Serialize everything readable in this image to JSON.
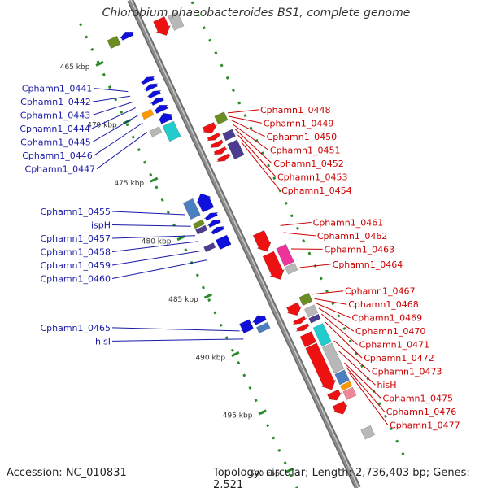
{
  "title": "Chlorobium phaeobacteroides BS1, complete genome",
  "footer": {
    "accession": "Accession: NC_010831",
    "summary": "Topology: circular; Length: 2,736,403 bp; Genes: 2,521"
  },
  "colors": {
    "backbone": "#8c8c8c",
    "tick": "#2a8a2a",
    "left_label": "#1a1aa6",
    "right_label": "#cc0000",
    "strand_minus": "#1010dd",
    "strand_plus": "#ee1111",
    "rna": "#ee3399",
    "pseudo": "#b8b8b8",
    "olive": "#6b8e23",
    "cyan": "#22cccc",
    "orange": "#ff9900",
    "purple": "#4b3d8f",
    "steel": "#4a7fc0",
    "pink": "#ee8899"
  },
  "ticks": [
    {
      "kbp": 465,
      "label": "465 kbp"
    },
    {
      "kbp": 470,
      "label": "470 kbp"
    },
    {
      "kbp": 475,
      "label": "475 kbp"
    },
    {
      "kbp": 480,
      "label": "480 kbp"
    },
    {
      "kbp": 485,
      "label": "485 kbp"
    },
    {
      "kbp": 490,
      "label": "490 kbp"
    },
    {
      "kbp": 495,
      "label": "495 kbp"
    },
    {
      "kbp": 500,
      "label": "500 kbp"
    }
  ],
  "left_genes": [
    {
      "label": "Cphamn1_0441",
      "pos": 467.9
    },
    {
      "label": "Cphamn1_0442",
      "pos": 468.3
    },
    {
      "label": "Cphamn1_0443",
      "pos": 468.8
    },
    {
      "label": "Cphamn1_0444",
      "pos": 469.3
    },
    {
      "label": "Cphamn1_0445",
      "pos": 469.9
    },
    {
      "label": "Cphamn1_0446",
      "pos": 470.6
    },
    {
      "label": "Cphamn1_0447",
      "pos": 471.4
    },
    {
      "label": "Cphamn1_0455",
      "pos": 478.5
    },
    {
      "label": "ispH",
      "pos": 479.5
    },
    {
      "label": "Cphamn1_0457",
      "pos": 480.3
    },
    {
      "label": "Cphamn1_0458",
      "pos": 480.8
    },
    {
      "label": "Cphamn1_0459",
      "pos": 481.6
    },
    {
      "label": "Cphamn1_0460",
      "pos": 482.4
    },
    {
      "label": "Cphamn1_0465",
      "pos": 488.5
    },
    {
      "label": "hisI",
      "pos": 489.2
    }
  ],
  "right_genes": [
    {
      "label": "Cphamn1_0448",
      "pos": 472.7
    },
    {
      "label": "Cphamn1_0449",
      "pos": 473.0
    },
    {
      "label": "Cphamn1_0450",
      "pos": 473.3
    },
    {
      "label": "Cphamn1_0451",
      "pos": 473.7
    },
    {
      "label": "Cphamn1_0452",
      "pos": 474.1
    },
    {
      "label": "Cphamn1_0453",
      "pos": 474.6
    },
    {
      "label": "Cphamn1_0454",
      "pos": 475.2
    },
    {
      "label": "Cphamn1_0461",
      "pos": 482.4
    },
    {
      "label": "Cphamn1_0462",
      "pos": 483.0
    },
    {
      "label": "Cphamn1_0463",
      "pos": 484.4
    },
    {
      "label": "Cphamn1_0464",
      "pos": 486.0
    },
    {
      "label": "Cphamn1_0467",
      "pos": 488.3
    },
    {
      "label": "Cphamn1_0468",
      "pos": 488.7
    },
    {
      "label": "Cphamn1_0469",
      "pos": 489.1
    },
    {
      "label": "Cphamn1_0470",
      "pos": 489.5
    },
    {
      "label": "Cphamn1_0471",
      "pos": 490.0
    },
    {
      "label": "Cphamn1_0472",
      "pos": 490.7
    },
    {
      "label": "Cphamn1_0473",
      "pos": 492.3
    },
    {
      "label": "hisH",
      "pos": 493.2
    },
    {
      "label": "Cphamn1_0475",
      "pos": 494.2
    },
    {
      "label": "Cphamn1_0476",
      "pos": 494.6
    },
    {
      "label": "Cphamn1_0477",
      "pos": 495.0
    }
  ],
  "features": [
    {
      "kind": "block",
      "lane": -2,
      "from": 463.6,
      "to": 464.3,
      "color": "olive"
    },
    {
      "kind": "arrow",
      "lane": -1,
      "from": 463.6,
      "to": 464.1,
      "color": "strand_minus",
      "dir": "up"
    },
    {
      "kind": "block",
      "lane": -2,
      "from": 469.9,
      "to": 470.4,
      "color": "orange"
    },
    {
      "kind": "block",
      "lane": -2,
      "from": 471.4,
      "to": 471.9,
      "color": "pseudo"
    },
    {
      "kind": "block",
      "lane": -1,
      "from": 471.5,
      "to": 472.8,
      "color": "cyan"
    },
    {
      "kind": "arrow",
      "lane": -1,
      "from": 467.5,
      "to": 467.9,
      "color": "strand_minus",
      "dir": "up"
    },
    {
      "kind": "arrow",
      "lane": -1,
      "from": 468.1,
      "to": 468.5,
      "color": "strand_minus",
      "dir": "up"
    },
    {
      "kind": "arrow",
      "lane": -1,
      "from": 468.7,
      "to": 469.1,
      "color": "strand_minus",
      "dir": "up"
    },
    {
      "kind": "arrow",
      "lane": -1,
      "from": 469.3,
      "to": 469.7,
      "color": "strand_minus",
      "dir": "up"
    },
    {
      "kind": "arrow",
      "lane": -1,
      "from": 469.9,
      "to": 470.4,
      "color": "strand_minus",
      "dir": "up"
    },
    {
      "kind": "arrow",
      "lane": -1,
      "from": 470.6,
      "to": 471.3,
      "color": "strand_minus",
      "dir": "up"
    },
    {
      "kind": "arrow",
      "lane": 1,
      "from": 463.8,
      "to": 465.2,
      "color": "strand_plus",
      "dir": "down"
    },
    {
      "kind": "block",
      "lane": 2,
      "from": 463.9,
      "to": 465.1,
      "color": "pseudo"
    },
    {
      "kind": "block",
      "lane": 2,
      "from": 472.5,
      "to": 473.2,
      "color": "olive"
    },
    {
      "kind": "block",
      "lane": 2,
      "from": 474.0,
      "to": 474.6,
      "color": "purple"
    },
    {
      "kind": "block",
      "lane": 2,
      "from": 474.9,
      "to": 476.2,
      "color": "purple"
    },
    {
      "kind": "arrow",
      "lane": 1,
      "from": 472.9,
      "to": 473.6,
      "color": "strand_plus",
      "dir": "down"
    },
    {
      "kind": "arrow",
      "lane": 1,
      "from": 473.8,
      "to": 474.2,
      "color": "strand_plus",
      "dir": "down"
    },
    {
      "kind": "arrow",
      "lane": 1,
      "from": 474.4,
      "to": 474.8,
      "color": "strand_plus",
      "dir": "down"
    },
    {
      "kind": "arrow",
      "lane": 1,
      "from": 475.0,
      "to": 475.4,
      "color": "strand_plus",
      "dir": "down"
    },
    {
      "kind": "arrow",
      "lane": 1,
      "from": 475.6,
      "to": 476.0,
      "color": "strand_plus",
      "dir": "down"
    },
    {
      "kind": "block",
      "lane": -2,
      "from": 477.6,
      "to": 479.0,
      "color": "steel"
    },
    {
      "kind": "block",
      "lane": -2,
      "from": 479.4,
      "to": 479.8,
      "color": "olive"
    },
    {
      "kind": "block",
      "lane": -2,
      "from": 479.9,
      "to": 480.3,
      "color": "purple"
    },
    {
      "kind": "arrow",
      "lane": -1,
      "from": 477.5,
      "to": 478.9,
      "color": "strand_minus",
      "dir": "up"
    },
    {
      "kind": "arrow",
      "lane": -1,
      "from": 479.2,
      "to": 479.6,
      "color": "strand_minus",
      "dir": "up"
    },
    {
      "kind": "arrow",
      "lane": -1,
      "from": 479.8,
      "to": 480.2,
      "color": "strand_minus",
      "dir": "up"
    },
    {
      "kind": "arrow",
      "lane": -1,
      "from": 480.4,
      "to": 480.8,
      "color": "strand_minus",
      "dir": "up"
    },
    {
      "kind": "block",
      "lane": -2,
      "from": 481.4,
      "to": 481.8,
      "color": "purple"
    },
    {
      "kind": "block",
      "lane": -1,
      "from": 481.3,
      "to": 482.1,
      "color": "strand_minus"
    },
    {
      "kind": "arrow",
      "lane": 1,
      "from": 482.2,
      "to": 483.8,
      "color": "strand_plus",
      "dir": "down"
    },
    {
      "kind": "block",
      "lane": 2,
      "from": 483.9,
      "to": 485.4,
      "color": "rna"
    },
    {
      "kind": "arrow",
      "lane": 1,
      "from": 484.0,
      "to": 486.2,
      "color": "strand_plus",
      "dir": "down"
    },
    {
      "kind": "block",
      "lane": 2,
      "from": 485.5,
      "to": 486.1,
      "color": "pseudo"
    },
    {
      "kind": "block",
      "lane": -2,
      "from": 488.0,
      "to": 488.7,
      "color": "strand_minus"
    },
    {
      "kind": "block",
      "lane": -1,
      "from": 488.8,
      "to": 489.3,
      "color": "steel"
    },
    {
      "kind": "arrow",
      "lane": -1,
      "from": 488.0,
      "to": 488.6,
      "color": "strand_minus",
      "dir": "up"
    },
    {
      "kind": "arrow",
      "lane": -2,
      "from": 488.2,
      "to": 488.8,
      "color": "strand_minus",
      "dir": "up"
    },
    {
      "kind": "block",
      "lane": 2,
      "from": 488.1,
      "to": 488.8,
      "color": "olive"
    },
    {
      "kind": "arrow",
      "lane": 1,
      "from": 488.4,
      "to": 489.3,
      "color": "strand_plus",
      "dir": "down"
    },
    {
      "kind": "block",
      "lane": 2,
      "from": 489.1,
      "to": 489.8,
      "color": "pseudo"
    },
    {
      "kind": "block",
      "lane": 2,
      "from": 489.9,
      "to": 490.3,
      "color": "purple"
    },
    {
      "kind": "arrow",
      "lane": 1,
      "from": 489.6,
      "to": 490.0,
      "color": "strand_plus",
      "dir": "down"
    },
    {
      "kind": "arrow",
      "lane": 1,
      "from": 490.2,
      "to": 490.6,
      "color": "strand_plus",
      "dir": "down"
    },
    {
      "kind": "block",
      "lane": 2,
      "from": 490.7,
      "to": 492.3,
      "color": "cyan"
    },
    {
      "kind": "block",
      "lane": 1,
      "from": 490.9,
      "to": 491.8,
      "color": "strand_plus"
    },
    {
      "kind": "arrow",
      "lane": 1,
      "from": 491.9,
      "to": 495.7,
      "color": "strand_plus",
      "dir": "down"
    },
    {
      "kind": "block",
      "lane": 2,
      "from": 492.4,
      "to": 494.6,
      "color": "pseudo"
    },
    {
      "kind": "block",
      "lane": 2,
      "from": 494.7,
      "to": 495.6,
      "color": "steel"
    },
    {
      "kind": "block",
      "lane": 2,
      "from": 495.7,
      "to": 496.1,
      "color": "orange"
    },
    {
      "kind": "block",
      "lane": 2,
      "from": 496.2,
      "to": 496.9,
      "color": "pink"
    },
    {
      "kind": "arrow",
      "lane": 1,
      "from": 495.9,
      "to": 496.6,
      "color": "strand_plus",
      "dir": "down"
    },
    {
      "kind": "arrow",
      "lane": 1,
      "from": 496.9,
      "to": 497.8,
      "color": "strand_plus",
      "dir": "down"
    },
    {
      "kind": "block",
      "lane": 2,
      "from": 499.5,
      "to": 500.3,
      "color": "pseudo"
    }
  ]
}
